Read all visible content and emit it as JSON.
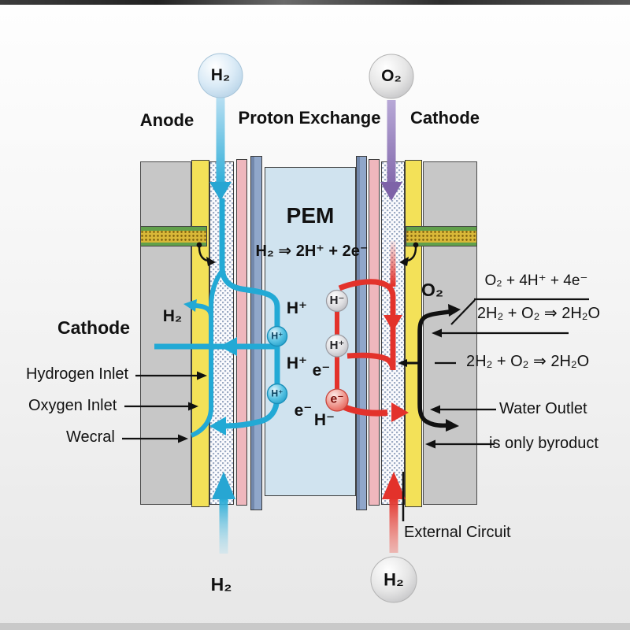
{
  "header": {
    "anode": "Anode",
    "proton_exchange": "Proton Exchange",
    "cathode": "Cathode"
  },
  "bubbles": {
    "h2_top": "H₂",
    "o2_top": "O₂",
    "h2_bottom": "H₂"
  },
  "membrane": {
    "title": "PEM",
    "anode_reaction": "H₂ ⇒ 2H⁺ + 2e⁻"
  },
  "ions": {
    "h_plus": "H⁺",
    "h_minus": "H⁻",
    "e_minus": "e⁻"
  },
  "left": {
    "cathode": "Cathode",
    "h2_out": "H₂",
    "hydrogen_inlet": "Hydrogen Inlet",
    "oxygen_inlet": "Oxygen Inlet",
    "wecral": "Wecral"
  },
  "right": {
    "o2": "O₂",
    "cathode_reaction": "O₂ + 4H⁺ + 4e⁻",
    "overall_reaction": "2H₂ + O₂ ⇒ 2H₂O",
    "overall_reaction_2": "2H₂ + O₂ ⇒ 2H₂O",
    "water_outlet": "Water Outlet",
    "byproduct": "is only byroduct",
    "external_circuit": "External Circuit"
  },
  "bottom": {
    "h2_feed": "H₂"
  },
  "colors": {
    "cyan": "#22a9d5",
    "red": "#e3322b",
    "purple": "#7e63a8",
    "yellow": "#f3e158",
    "pink": "#efb7bd",
    "bluegray": "#8ba3c6",
    "pem": "#d0e3ef",
    "plate": "#c7c7c7",
    "green": "#61a04b",
    "band_yellow": "#d9b838",
    "black": "#111111"
  }
}
